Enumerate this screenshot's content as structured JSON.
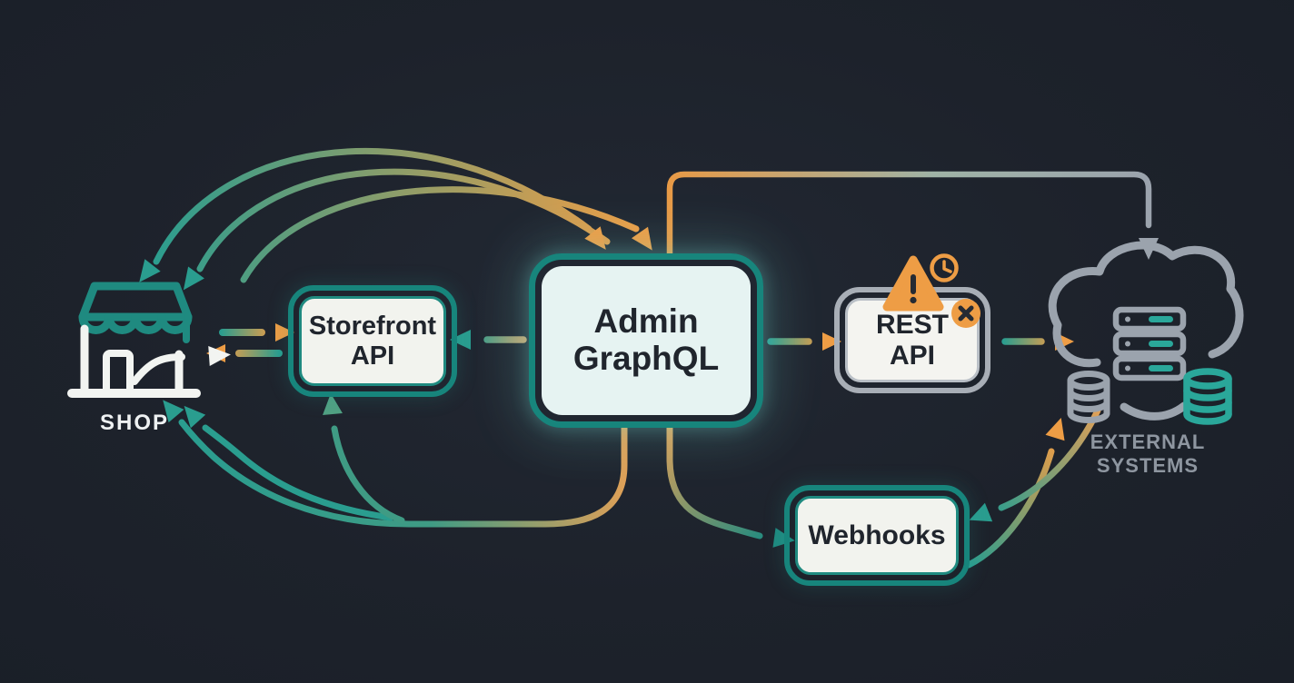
{
  "diagram": {
    "background_color": "#1d222b",
    "colors": {
      "teal": "#1f8a80",
      "teal_bright": "#2aa79a",
      "orange": "#ee9d45",
      "gray": "#9ba3ad",
      "box_fill": "#f2f3ee",
      "admin_fill": "#e6f3f2",
      "text_dark": "#20252d",
      "text_light": "#eef1f2"
    },
    "nodes": {
      "shop": {
        "label": "SHOP",
        "icon": "storefront-icon"
      },
      "storefront_api": {
        "line1": "Storefront",
        "line2": "API"
      },
      "admin_graphql": {
        "line1": "Admin",
        "line2": "GraphQL"
      },
      "rest_api": {
        "line1": "REST",
        "line2": "API",
        "badges": [
          "warning-triangle-icon",
          "clock-icon",
          "x-badge-icon"
        ]
      },
      "webhooks": {
        "label": "Webhooks"
      },
      "external_systems": {
        "line1": "EXTERNAL",
        "line2": "SYSTEMS",
        "icon": "cloud-servers-icon"
      }
    },
    "edges": [
      {
        "from": "shop",
        "to": "admin_graphql",
        "style": "triple-arc-top",
        "gradient": "teal-to-orange",
        "heads": "both-ends"
      },
      {
        "from": "admin_graphql",
        "to": "external_systems",
        "style": "orthogonal-top",
        "gradient": "orange-to-gray",
        "heads": "down-into-cloud"
      },
      {
        "from": "shop",
        "to": "storefront_api",
        "style": "short-right",
        "gradient": "teal-to-orange"
      },
      {
        "from": "storefront_api",
        "to": "shop",
        "style": "short-left",
        "gradient": "orange-to-teal"
      },
      {
        "from": "admin_graphql",
        "to": "storefront_api",
        "style": "short-left",
        "gradient": "tan-to-teal"
      },
      {
        "from": "admin_graphql",
        "to": "rest_api",
        "style": "short-right",
        "gradient": "teal-to-orange"
      },
      {
        "from": "rest_api",
        "to": "external_systems",
        "style": "short-right",
        "gradient": "teal-to-orange"
      },
      {
        "from": "admin_graphql",
        "to": "shop",
        "style": "bottom-sweep",
        "gradient": "orange-to-teal",
        "heads": "up-left-at-shop"
      },
      {
        "from": "admin_graphql",
        "to": "storefront_api",
        "style": "bottom-branch-up",
        "gradient": "teal"
      },
      {
        "from": "admin_graphql",
        "to": "webhooks",
        "style": "curve-right",
        "gradient": "orange-to-teal"
      },
      {
        "from": "webhooks",
        "to": "external_systems",
        "style": "curve-up",
        "gradient": "teal-to-orange"
      },
      {
        "from": "external_systems",
        "to": "webhooks",
        "style": "curve-down",
        "gradient": "orange-to-teal"
      }
    ]
  }
}
